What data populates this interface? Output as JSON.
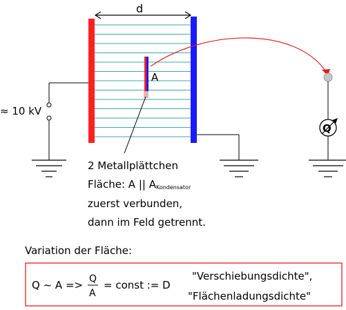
{
  "labels": {
    "gap": "d",
    "voltage": "≈ 10 kV",
    "plate_area": "A",
    "galvanometer": "Q"
  },
  "caption": {
    "line1": "2 Metallplättchen",
    "line2_prefix": "Fläche: A || A",
    "line2_subscript": "Kondensator",
    "line3": "zuerst verbunden,",
    "line4": "dann im Feld getrennt."
  },
  "variation_title": "Variation der Fläche:",
  "formula": {
    "lhs": "Q ~ A =>",
    "numerator": "Q",
    "denominator": "A",
    "rhs": "= const := D",
    "name1": "\"Verschiebungsdichte\",",
    "name2": "\"Flächenladungsdichte\""
  },
  "colors": {
    "positive_plate": "#ff2020",
    "negative_plate": "#1a1aff",
    "field_lines": "#3aa9a6",
    "formula_border": "#e02020",
    "arrow": "#e02020",
    "wire": "#000000"
  }
}
